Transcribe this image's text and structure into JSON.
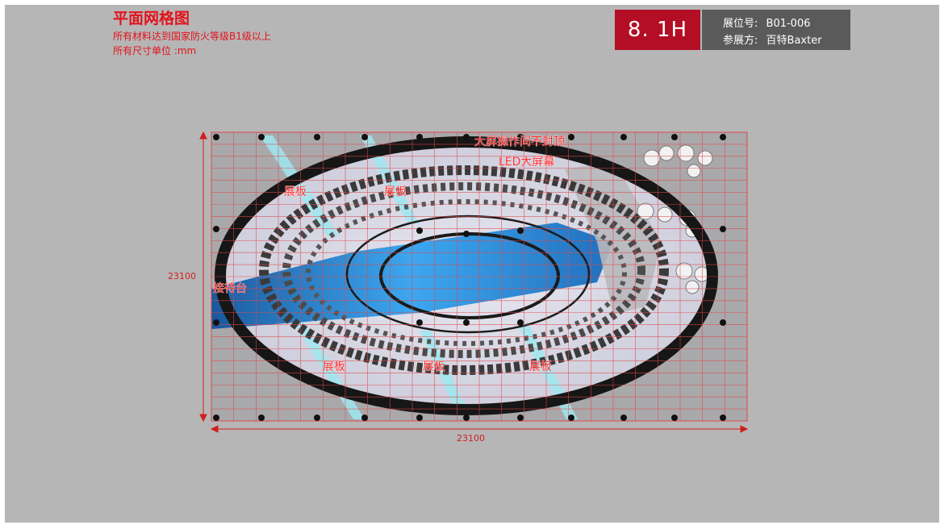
{
  "title": "平面网格图",
  "note_line1": "所有材料达到国家防火等级B1级以上",
  "note_line2": "所有尺寸单位 :mm",
  "hall": "8. 1H",
  "booth_label": "展位号:",
  "booth_no": "B01-006",
  "exhibitor_label": "参展方:",
  "exhibitor": "百特Baxter",
  "dim_width": "23100",
  "dim_height": "23100",
  "labels": {
    "top_right_1": "大屏操作间不封顶",
    "top_right_2": "LED大屏幕",
    "panel_tl": "展板",
    "panel_tc": "展板",
    "reception": "接待台",
    "panel_bl": "展板",
    "panel_bc": "展板",
    "panel_br": "展板"
  },
  "colors": {
    "accent_red": "#e3121b",
    "hall_bg": "#b30e25",
    "info_bg": "#5a5a5a",
    "ring": "#161616",
    "floor_blue": "#1c8fe0"
  }
}
